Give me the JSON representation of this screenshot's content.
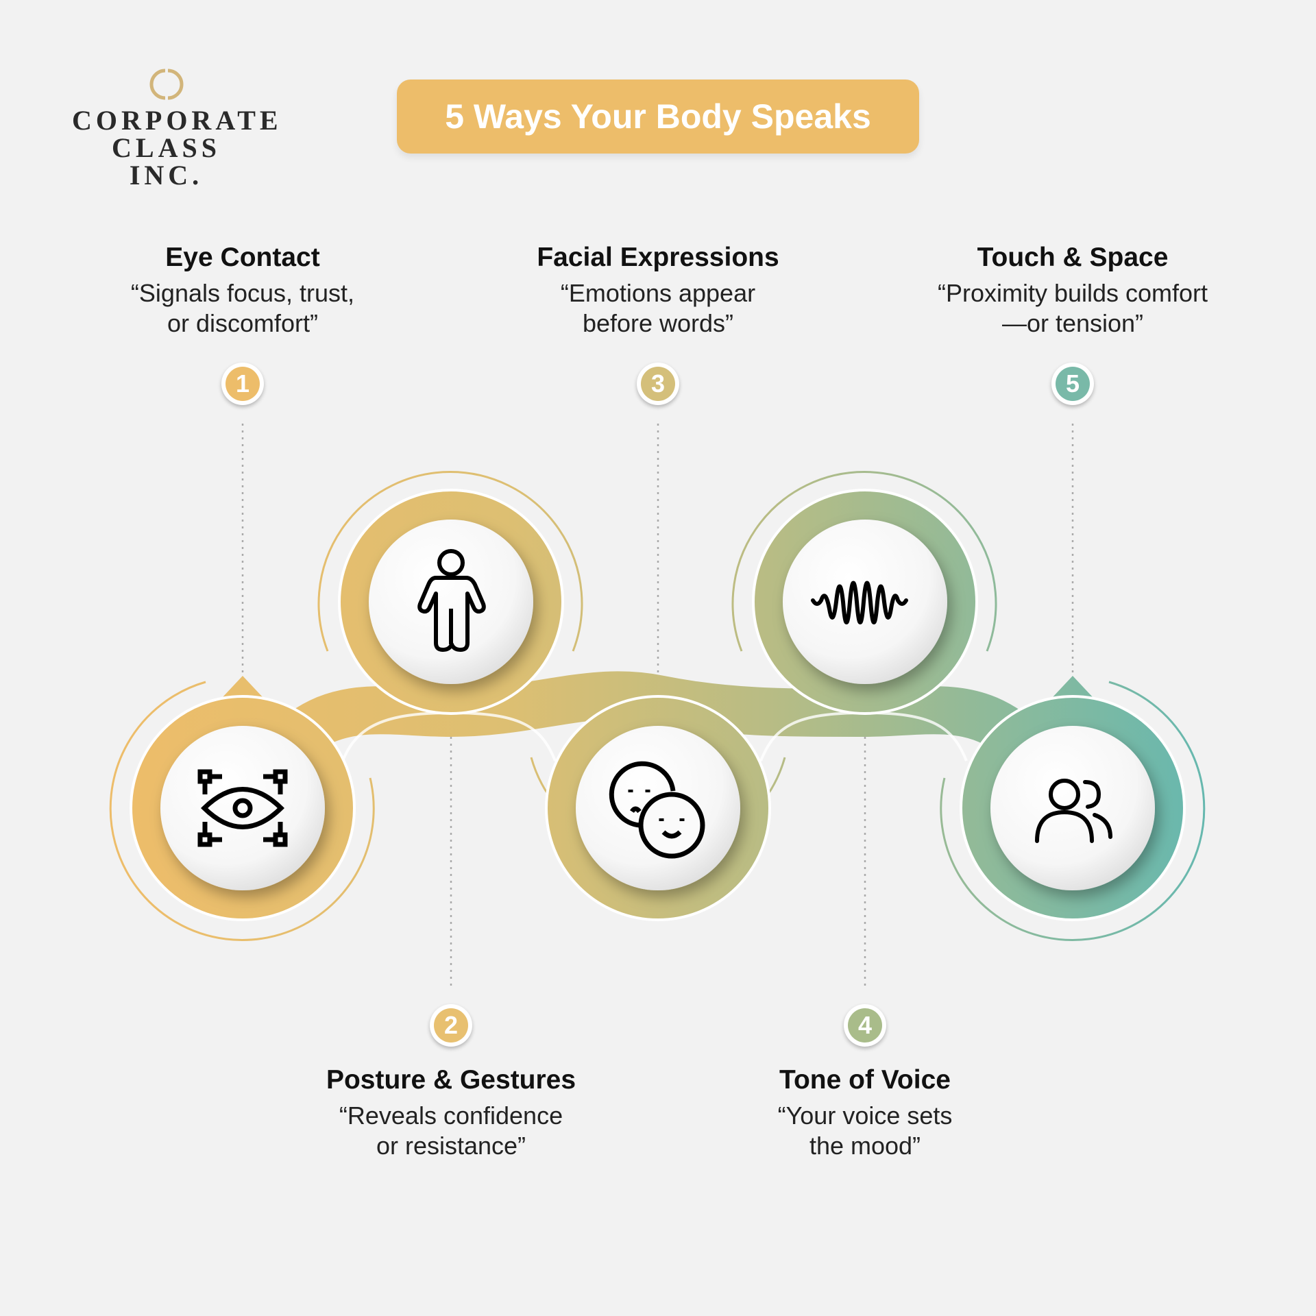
{
  "logo": {
    "line1": "CORPORATE",
    "line2": "CLASS INC."
  },
  "title": "5 Ways Your Body Speaks",
  "colors": {
    "orange": "#EDBD6A",
    "olive": "#C9BE7E",
    "teal": "#6BB9AE",
    "background": "#F2F2F2"
  },
  "items": [
    {
      "number": "1",
      "title": "Eye Contact",
      "quote1": "“Signals focus, trust,",
      "quote2": "or discomfort”",
      "icon": "eye-focus-icon",
      "color": "#EDBD6A"
    },
    {
      "number": "2",
      "title": "Posture & Gestures",
      "quote1": "“Reveals confidence",
      "quote2": "or resistance”",
      "icon": "person-icon",
      "color": "#E8C070"
    },
    {
      "number": "3",
      "title": "Facial Expressions",
      "quote1": "“Emotions appear",
      "quote2": "before words”",
      "icon": "faces-icon",
      "color": "#D4BF7A"
    },
    {
      "number": "4",
      "title": "Tone of Voice",
      "quote1": "“Your voice sets",
      "quote2": "the mood”",
      "icon": "sound-wave-icon",
      "color": "#A9BC8A"
    },
    {
      "number": "5",
      "title": "Touch & Space",
      "quote1": "“Proximity builds comfort",
      "quote2": "—or tension”",
      "icon": "people-icon",
      "color": "#79B9A8"
    }
  ]
}
